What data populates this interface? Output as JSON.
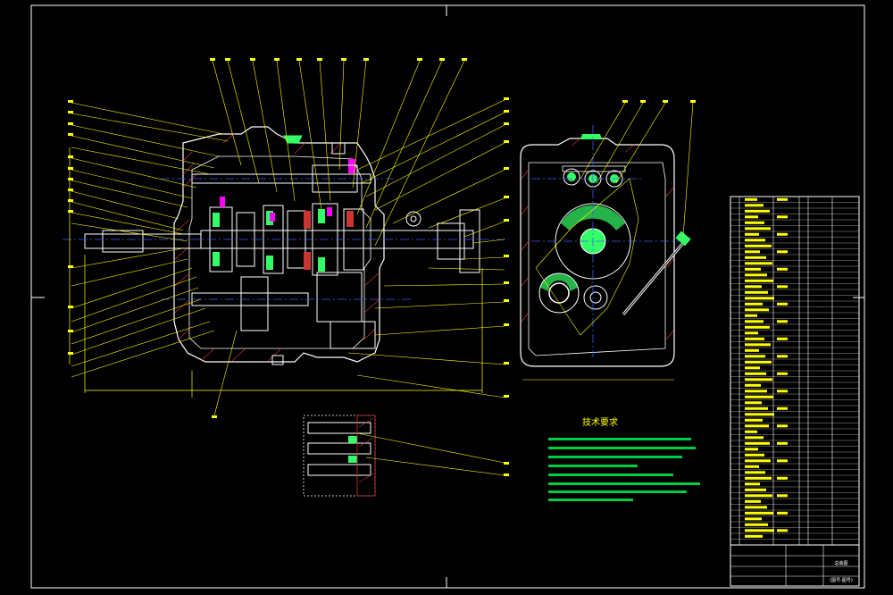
{
  "drawing": {
    "type": "assembly drawing (transmission gearbox)",
    "colors": {
      "background": "#000000",
      "frame": "#ffffff",
      "leader": "#ffff00",
      "section": "#00ff00",
      "centerline": "#3a5cff",
      "hatch": "#cc3333",
      "accent": "#ff00ff",
      "green_fill": "#33ff66"
    }
  },
  "technical_requirements": {
    "title": "技术要求",
    "lines": [
      "",
      "",
      "",
      "",
      "",
      "",
      "",
      "",
      "",
      ""
    ]
  },
  "title_block": {
    "drawing_name": "总装图",
    "note": "(图号-图号)",
    "fields": [
      "",
      "",
      "",
      "",
      "",
      ""
    ]
  }
}
